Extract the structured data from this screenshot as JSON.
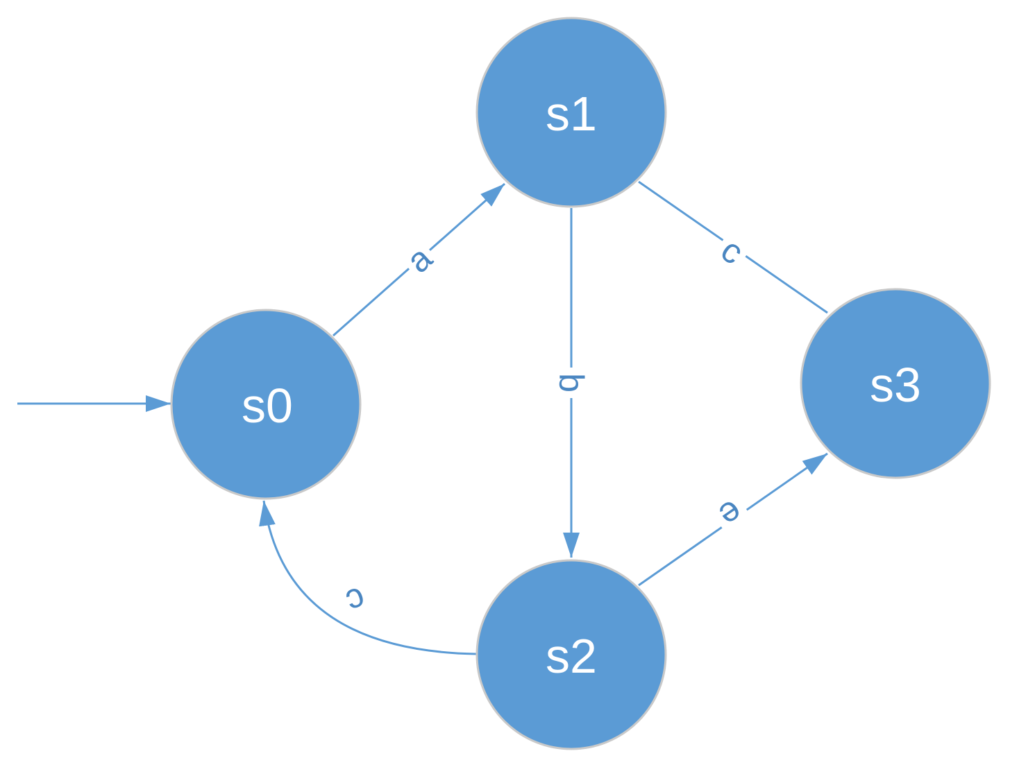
{
  "colors": {
    "node_fill": "#5b9bd5",
    "node_stroke": "#c9c9c9",
    "edge": "#5b9bd5",
    "edge_label": "#4a86c1",
    "background": "#ffffff"
  },
  "states": [
    {
      "id": "s0",
      "label": "s0",
      "initial": true
    },
    {
      "id": "s1",
      "label": "s1"
    },
    {
      "id": "s2",
      "label": "s2"
    },
    {
      "id": "s3",
      "label": "s3"
    }
  ],
  "transitions": [
    {
      "from": "s0",
      "to": "s1",
      "label": "a",
      "directed": true
    },
    {
      "from": "s1",
      "to": "s2",
      "label": "b",
      "directed": true
    },
    {
      "from": "s1",
      "to": "s3",
      "label": "c",
      "directed": false
    },
    {
      "from": "s2",
      "to": "s3",
      "label": "e",
      "directed": true
    },
    {
      "from": "s2",
      "to": "s0",
      "label": "c",
      "directed": true
    }
  ]
}
